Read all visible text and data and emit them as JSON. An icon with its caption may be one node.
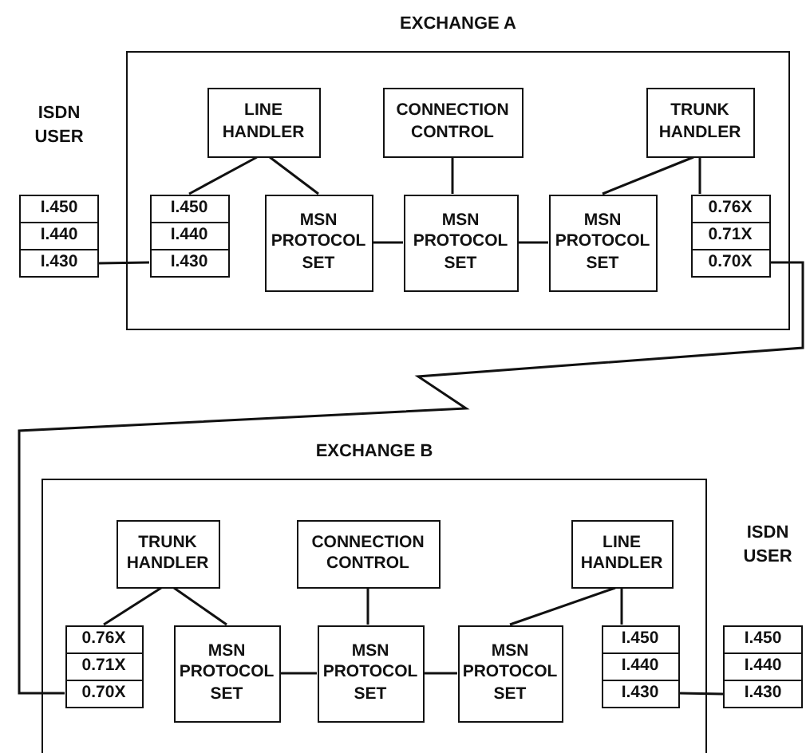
{
  "diagram": {
    "nodes": [
      {
        "text": [
          "EXCHANGE A"
        ]
      },
      {
        "text": [
          "I.450"
        ]
      },
      {
        "text": [
          "I.440"
        ]
      },
      {
        "text": [
          "I.430"
        ]
      },
      {
        "text": [
          "LINE HANDLER"
        ],
        "in": 0
      },
      {
        "text": [
          "CONNECTION CONTROL"
        ],
        "in": 0
      },
      {
        "text": [
          "TRUNK HANDLER"
        ],
        "in": 0
      },
      {
        "text": [
          "I.450"
        ],
        "in": 0
      },
      {
        "text": [
          "I.440"
        ],
        "in": 0
      },
      {
        "text": [
          "I.430"
        ],
        "in": 0
      },
      {
        "text": [
          "MSN PROTOCOL SET"
        ],
        "in": 0
      },
      {
        "text": [
          "MSN PROTOCOL SET"
        ],
        "in": 0
      },
      {
        "text": [
          "MSN PROTOCOL SET"
        ],
        "in": 0
      },
      {
        "text": [
          "0.76X"
        ],
        "in": 0
      },
      {
        "text": [
          "0.71X"
        ],
        "in": 0
      },
      {
        "text": [
          "0.70X"
        ],
        "in": 0
      },
      {
        "text": [
          "EXCHANGE B"
        ]
      },
      {
        "text": [
          "TRUNK HANDLER"
        ],
        "in": 16
      },
      {
        "text": [
          "CONNECTION CONTROL"
        ],
        "in": 16
      },
      {
        "text": [
          "LINE HANDLER"
        ],
        "in": 16
      },
      {
        "text": [
          "0.76X"
        ],
        "in": 16
      },
      {
        "text": [
          "0.71X"
        ],
        "in": 16
      },
      {
        "text": [
          "0.70X"
        ],
        "in": 16
      },
      {
        "text": [
          "MSN PROTOCOL SET"
        ],
        "in": 16
      },
      {
        "text": [
          "MSN PROTOCOL SET"
        ],
        "in": 16
      },
      {
        "text": [
          "MSN PROTOCOL SET"
        ],
        "in": 16
      },
      {
        "text": [
          "I.450"
        ],
        "in": 16
      },
      {
        "text": [
          "I.440"
        ],
        "in": 16
      },
      {
        "text": [
          "I.430"
        ],
        "in": 16
      },
      {
        "text": [
          "I.450"
        ]
      },
      {
        "text": [
          "I.440"
        ]
      },
      {
        "text": [
          "I.430"
        ]
      }
    ],
    "edges": [
      {
        "from": 3,
        "to": 9,
        "arrow": "none"
      },
      {
        "from": 4,
        "to": 7,
        "arrow": "none"
      },
      {
        "from": 4,
        "to": 10,
        "arrow": "none"
      },
      {
        "from": 5,
        "to": 11,
        "arrow": "none"
      },
      {
        "from": 10,
        "to": 11,
        "arrow": "none"
      },
      {
        "from": 11,
        "to": 12,
        "arrow": "none"
      },
      {
        "from": 6,
        "to": 12,
        "arrow": "none"
      },
      {
        "from": 6,
        "to": 13,
        "arrow": "none"
      },
      {
        "from": 15,
        "to": 22,
        "arrow": "none"
      },
      {
        "from": 17,
        "to": 20,
        "arrow": "none"
      },
      {
        "from": 17,
        "to": 23,
        "arrow": "none"
      },
      {
        "from": 18,
        "to": 24,
        "arrow": "none"
      },
      {
        "from": 23,
        "to": 24,
        "arrow": "none"
      },
      {
        "from": 24,
        "to": 25,
        "arrow": "none"
      },
      {
        "from": 19,
        "to": 25,
        "arrow": "none"
      },
      {
        "from": 19,
        "to": 26,
        "arrow": "none"
      },
      {
        "from": 28,
        "to": 31,
        "arrow": "none"
      }
    ],
    "labels": [
      "ISDN USER",
      "ISDN USER"
    ]
  }
}
